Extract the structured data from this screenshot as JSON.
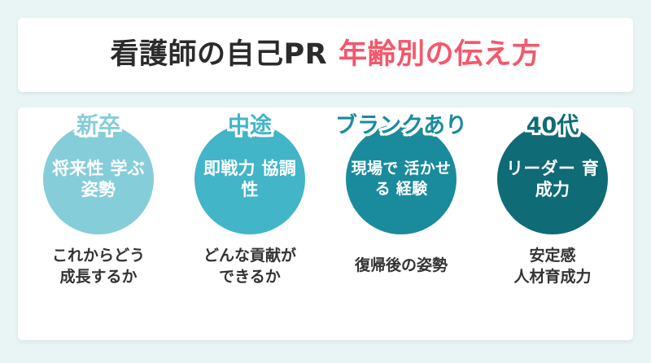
{
  "header": {
    "title_main": "看護師の自己PR",
    "title_accent": "年齢別の伝え方"
  },
  "colors": {
    "page_background": "#e9f4f4",
    "card_background": "#ffffff",
    "title_text": "#2b2b2b",
    "title_accent": "#f4576b",
    "caption_text": "#333333",
    "circle_1": "#86cdda",
    "circle_2": "#42b5c8",
    "circle_3": "#1a8b9d",
    "circle_4": "#0f6b75"
  },
  "columns": [
    {
      "badge": "新卒",
      "badge_color": "#86cdda",
      "circle_color": "#86cdda",
      "circle_text": "将来性\n学ぶ姿勢",
      "caption": "これからどう\n成長するか",
      "lines": 2
    },
    {
      "badge": "中途",
      "badge_color": "#42b5c8",
      "circle_color": "#42b5c8",
      "circle_text": "即戦力\n協調性",
      "caption": "どんな貢献が\nできるか",
      "lines": 2
    },
    {
      "badge": "ブランクあり",
      "badge_color": "#1a8b9d",
      "circle_color": "#1a8b9d",
      "circle_text": "現場で\n活かせる\n経験",
      "caption": "復帰後の姿勢",
      "lines": 3
    },
    {
      "badge": "40代",
      "badge_color": "#0f6b75",
      "circle_color": "#0f6b75",
      "circle_text": "リーダー\n育成力",
      "caption": "安定感\n人材育成力",
      "lines": 2
    }
  ]
}
